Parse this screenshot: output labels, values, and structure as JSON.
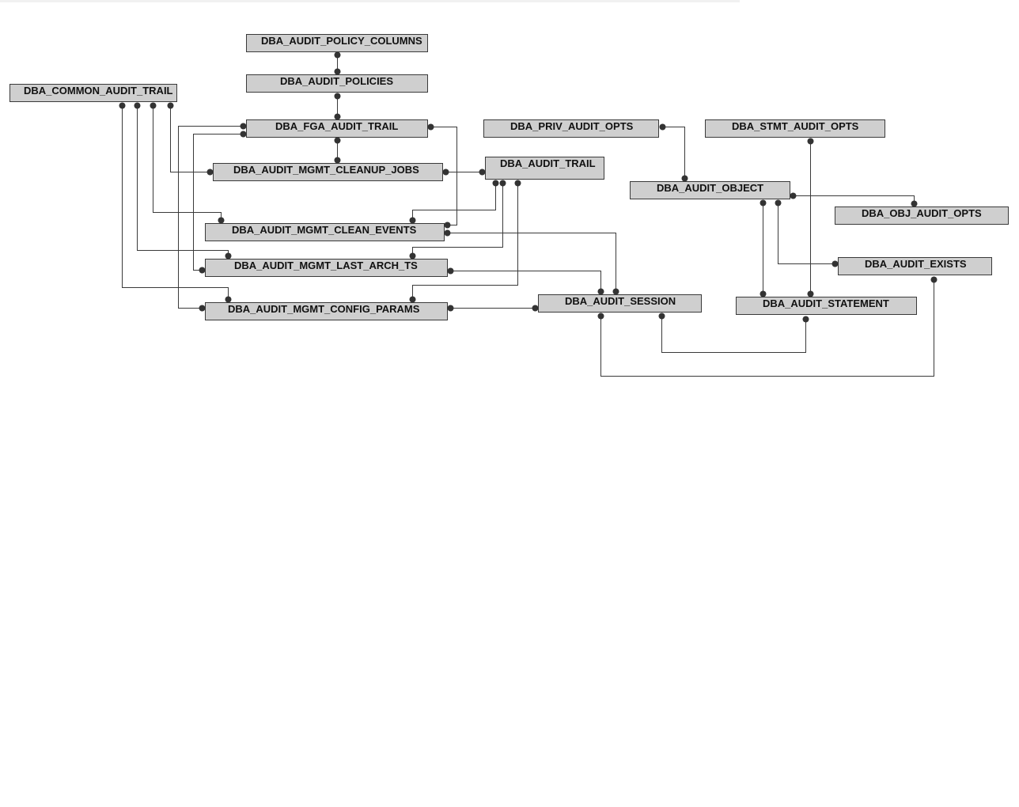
{
  "tables": [
    {
      "id": "policy_columns",
      "name": "DBA_AUDIT_POLICY_COLUMNS"
    },
    {
      "id": "policies",
      "name": "DBA_AUDIT_POLICIES"
    },
    {
      "id": "common_audit_trail",
      "name": "DBA_COMMON_AUDIT_TRAIL"
    },
    {
      "id": "fga_audit_trail",
      "name": "DBA_FGA_AUDIT_TRAIL"
    },
    {
      "id": "priv_audit_opts",
      "name": "DBA_PRIV_AUDIT_OPTS"
    },
    {
      "id": "stmt_audit_opts",
      "name": "DBA_STMT_AUDIT_OPTS"
    },
    {
      "id": "mgmt_cleanup_jobs",
      "name": "DBA_AUDIT_MGMT_CLEANUP_JOBS"
    },
    {
      "id": "audit_trail",
      "name": "DBA_AUDIT_TRAIL"
    },
    {
      "id": "audit_object",
      "name": "DBA_AUDIT_OBJECT"
    },
    {
      "id": "obj_audit_opts",
      "name": "DBA_OBJ_AUDIT_OPTS"
    },
    {
      "id": "mgmt_clean_events",
      "name": "DBA_AUDIT_MGMT_CLEAN_EVENTS"
    },
    {
      "id": "mgmt_last_arch_ts",
      "name": "DBA_AUDIT_MGMT_LAST_ARCH_TS"
    },
    {
      "id": "audit_exists",
      "name": "DBA_AUDIT_EXISTS"
    },
    {
      "id": "mgmt_config_params",
      "name": "DBA_AUDIT_MGMT_CONFIG_PARAMS"
    },
    {
      "id": "audit_session",
      "name": "DBA_AUDIT_SESSION"
    },
    {
      "id": "audit_statement",
      "name": "DBA_AUDIT_STATEMENT"
    }
  ],
  "relationships": [
    {
      "from": "policy_columns",
      "to": "policies"
    },
    {
      "from": "policies",
      "to": "fga_audit_trail"
    },
    {
      "from": "fga_audit_trail",
      "to": "mgmt_cleanup_jobs"
    },
    {
      "from": "common_audit_trail",
      "to": "mgmt_cleanup_jobs"
    },
    {
      "from": "common_audit_trail",
      "to": "mgmt_clean_events"
    },
    {
      "from": "common_audit_trail",
      "to": "mgmt_last_arch_ts"
    },
    {
      "from": "common_audit_trail",
      "to": "mgmt_config_params"
    },
    {
      "from": "fga_audit_trail",
      "to": "mgmt_clean_events"
    },
    {
      "from": "fga_audit_trail",
      "to": "mgmt_last_arch_ts"
    },
    {
      "from": "fga_audit_trail",
      "to": "mgmt_config_params"
    },
    {
      "from": "mgmt_cleanup_jobs",
      "to": "audit_trail"
    },
    {
      "from": "audit_trail",
      "to": "mgmt_clean_events"
    },
    {
      "from": "audit_trail",
      "to": "mgmt_last_arch_ts"
    },
    {
      "from": "audit_trail",
      "to": "mgmt_config_params"
    },
    {
      "from": "priv_audit_opts",
      "to": "audit_object"
    },
    {
      "from": "audit_object",
      "to": "obj_audit_opts"
    },
    {
      "from": "audit_object",
      "to": "audit_exists"
    },
    {
      "from": "audit_object",
      "to": "audit_statement"
    },
    {
      "from": "stmt_audit_opts",
      "to": "audit_statement"
    },
    {
      "from": "mgmt_clean_events",
      "to": "audit_session"
    },
    {
      "from": "mgmt_last_arch_ts",
      "to": "audit_session"
    },
    {
      "from": "mgmt_config_params",
      "to": "audit_session"
    },
    {
      "from": "audit_session",
      "to": "audit_statement"
    },
    {
      "from": "audit_session",
      "to": "audit_exists"
    }
  ]
}
